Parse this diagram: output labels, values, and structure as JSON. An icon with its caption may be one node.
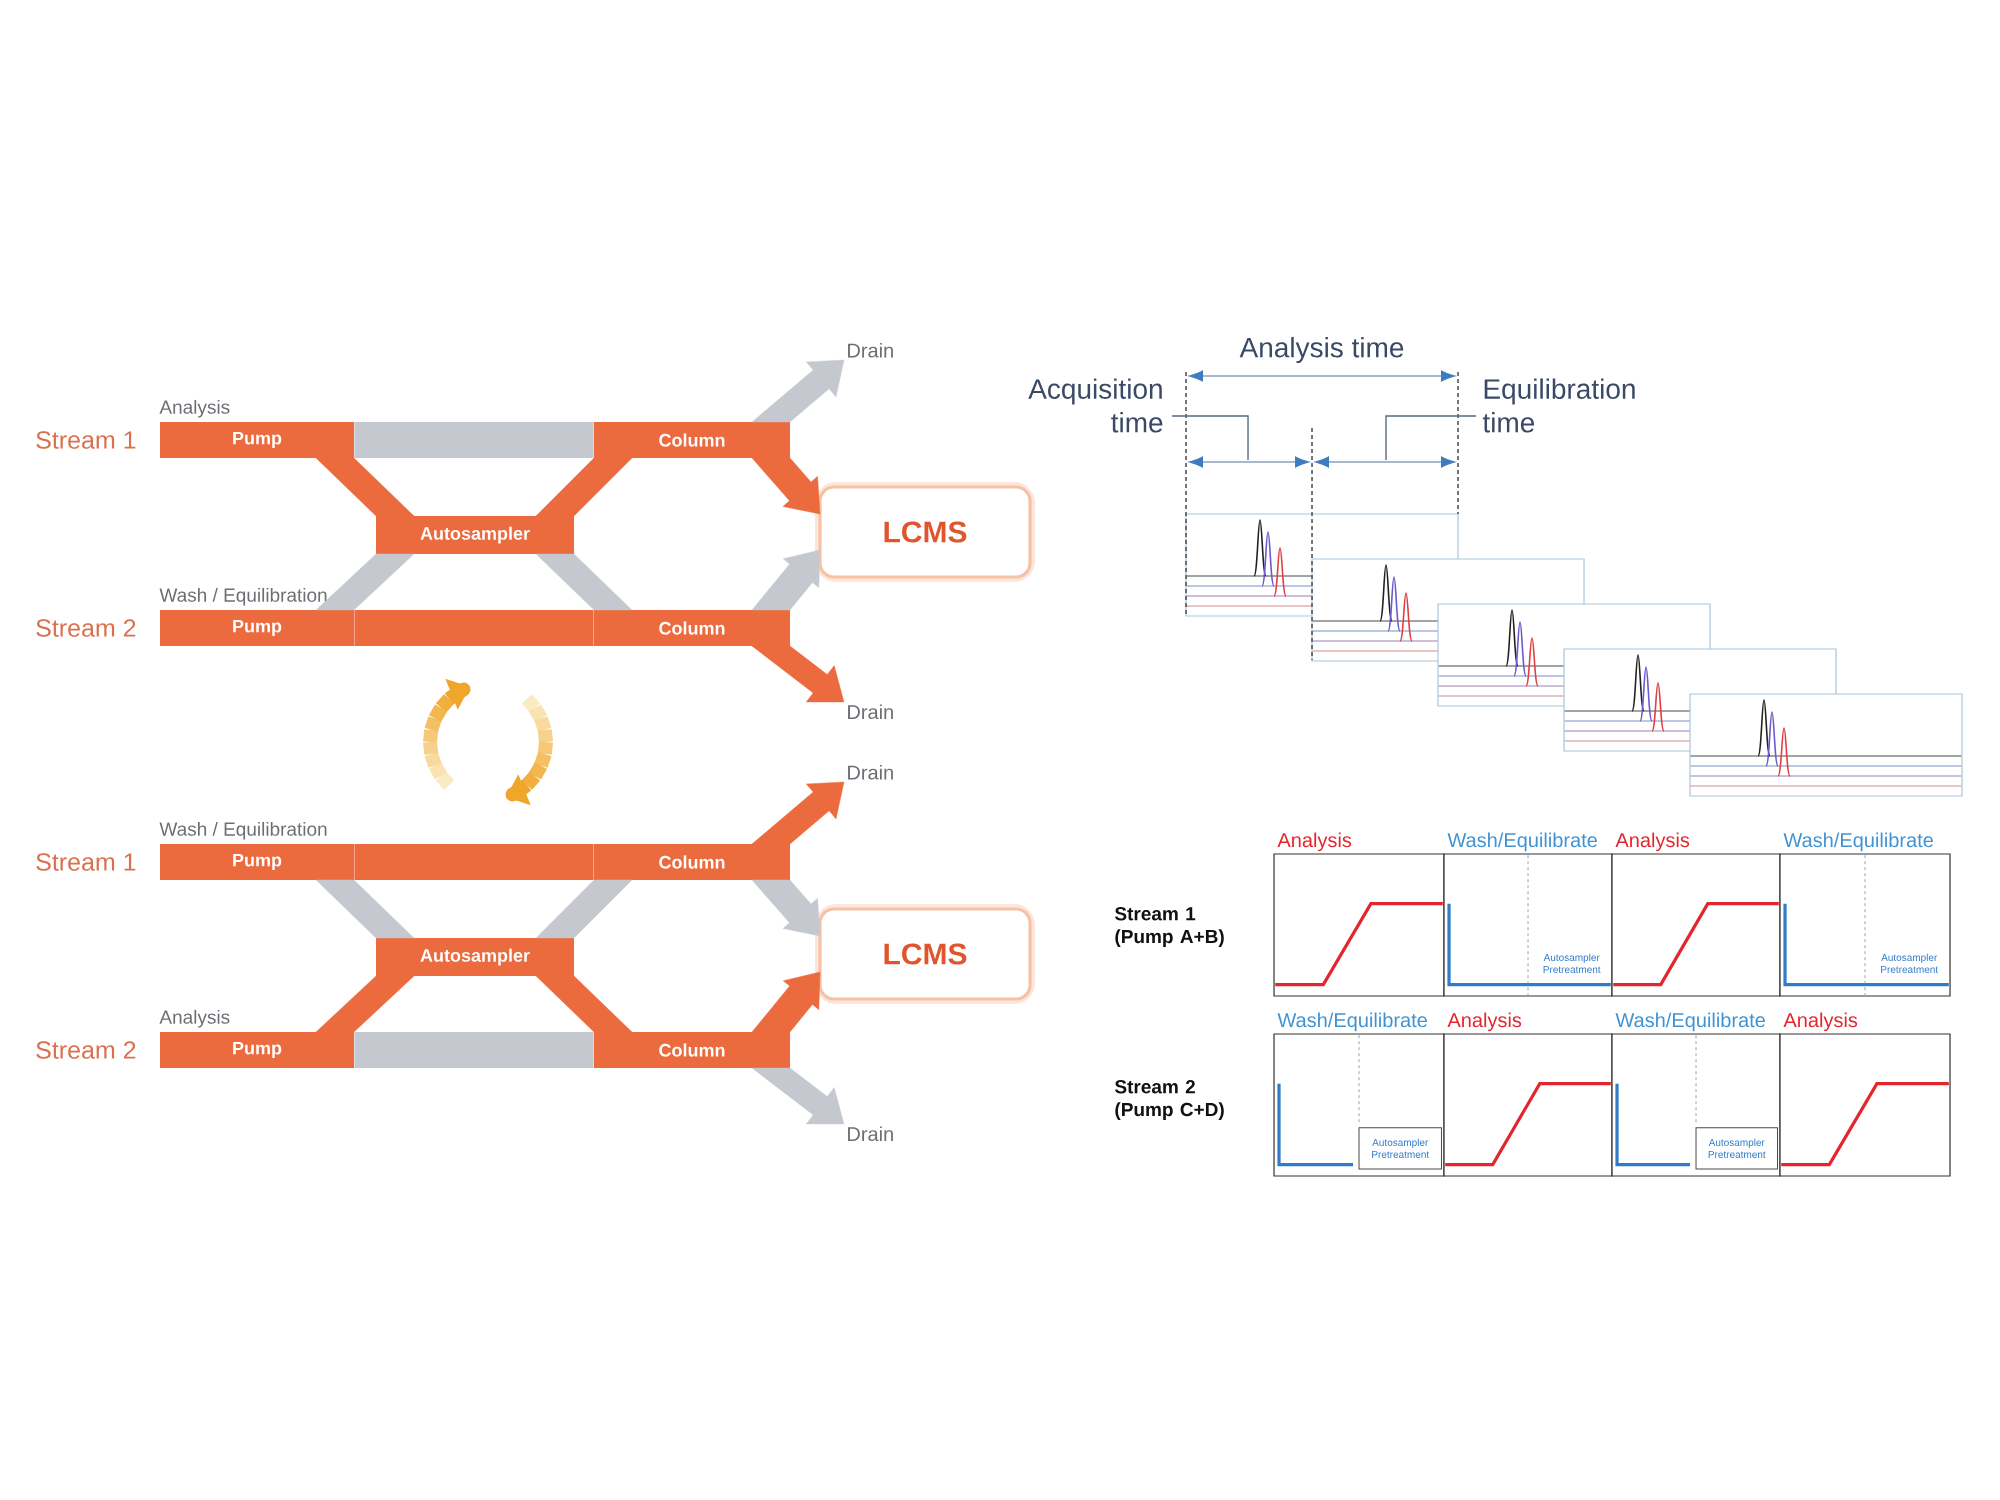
{
  "diagram": {
    "nodes": [
      {
        "text": [
          "Drain"
        ]
      },
      {
        "text": [
          "Pump"
        ],
        "beside": [
          "Stream 1",
          "Analysis"
        ]
      },
      {
        "text": [
          "Column"
        ]
      },
      {
        "text": [
          "Autosampler"
        ]
      },
      {
        "text": [
          "LCMS"
        ]
      },
      {
        "text": [
          "Pump"
        ],
        "beside": [
          "Stream 2",
          "Wash / Equilibration"
        ]
      },
      {
        "text": [
          "Column"
        ]
      },
      {
        "text": [
          "Drain"
        ]
      },
      {
        "text": [
          "Drain"
        ]
      },
      {
        "text": [
          "Pump"
        ],
        "beside": [
          "Stream 1",
          "Wash / Equilibration"
        ]
      },
      {
        "text": [
          "Column"
        ]
      },
      {
        "text": [
          "Autosampler"
        ]
      },
      {
        "text": [
          "LCMS"
        ]
      },
      {
        "text": [
          "Pump"
        ],
        "beside": [
          "Stream 2",
          "Analysis"
        ]
      },
      {
        "text": [
          "Column"
        ]
      },
      {
        "text": [
          "Drain"
        ]
      },
      {
        "text": [
          "Analysis"
        ]
      },
      {
        "text": [
          "Wash/Equilibrate",
          "Autosampler Pretreatment"
        ]
      },
      {
        "text": [
          "Analysis"
        ]
      },
      {
        "text": [
          "Wash/Equilibrate",
          "Autosampler Pretreatment"
        ]
      },
      {
        "text": [
          "Wash/Equilibrate"
        ]
      },
      {
        "text": [
          "Autosampler Pretreatment"
        ],
        "in": 20
      },
      {
        "text": [
          "Analysis"
        ]
      },
      {
        "text": [
          "Wash/Equilibrate"
        ]
      },
      {
        "text": [
          "Autosampler Pretreatment"
        ],
        "in": 23
      },
      {
        "text": [
          "Analysis"
        ]
      }
    ],
    "edges": [
      {
        "from": 1,
        "to": 2,
        "arrow": "none",
        "color": "#c5c9cf"
      },
      {
        "from": 1,
        "to": 3,
        "arrow": "none",
        "color": "#ec6b3e"
      },
      {
        "from": 3,
        "to": 2,
        "arrow": "none",
        "color": "#ec6b3e"
      },
      {
        "from": 2,
        "to": 0,
        "arrow": "to",
        "color": "#c5c9cf"
      },
      {
        "from": 2,
        "to": 4,
        "arrow": "to",
        "color": "#ec6b3e"
      },
      {
        "from": 5,
        "to": 3,
        "arrow": "none",
        "color": "#c5c9cf"
      },
      {
        "from": 3,
        "to": 6,
        "arrow": "none",
        "color": "#c5c9cf"
      },
      {
        "from": 5,
        "to": 6,
        "arrow": "none",
        "color": "#ec6b3e"
      },
      {
        "from": 6,
        "to": 4,
        "arrow": "to",
        "color": "#c5c9cf"
      },
      {
        "from": 6,
        "to": 7,
        "arrow": "to",
        "color": "#ec6b3e"
      },
      {
        "from": 9,
        "to": 10,
        "arrow": "none",
        "color": "#ec6b3e"
      },
      {
        "from": 9,
        "to": 11,
        "arrow": "none",
        "color": "#c5c9cf"
      },
      {
        "from": 11,
        "to": 10,
        "arrow": "none",
        "color": "#c5c9cf"
      },
      {
        "from": 10,
        "to": 8,
        "arrow": "to",
        "color": "#ec6b3e"
      },
      {
        "from": 10,
        "to": 12,
        "arrow": "to",
        "color": "#c5c9cf"
      },
      {
        "from": 13,
        "to": 11,
        "arrow": "none",
        "color": "#ec6b3e"
      },
      {
        "from": 11,
        "to": 14,
        "arrow": "none",
        "color": "#ec6b3e"
      },
      {
        "from": 13,
        "to": 14,
        "arrow": "none",
        "color": "#c5c9cf"
      },
      {
        "from": 14,
        "to": 12,
        "arrow": "to",
        "color": "#ec6b3e"
      },
      {
        "from": 14,
        "to": 15,
        "arrow": "to",
        "color": "#c5c9cf"
      }
    ],
    "labels": [
      "Analysis time",
      "Acquisition time",
      "Equilibration time",
      "Stream 1 (Pump A+B)",
      "Stream 2 (Pump C+D)"
    ]
  }
}
